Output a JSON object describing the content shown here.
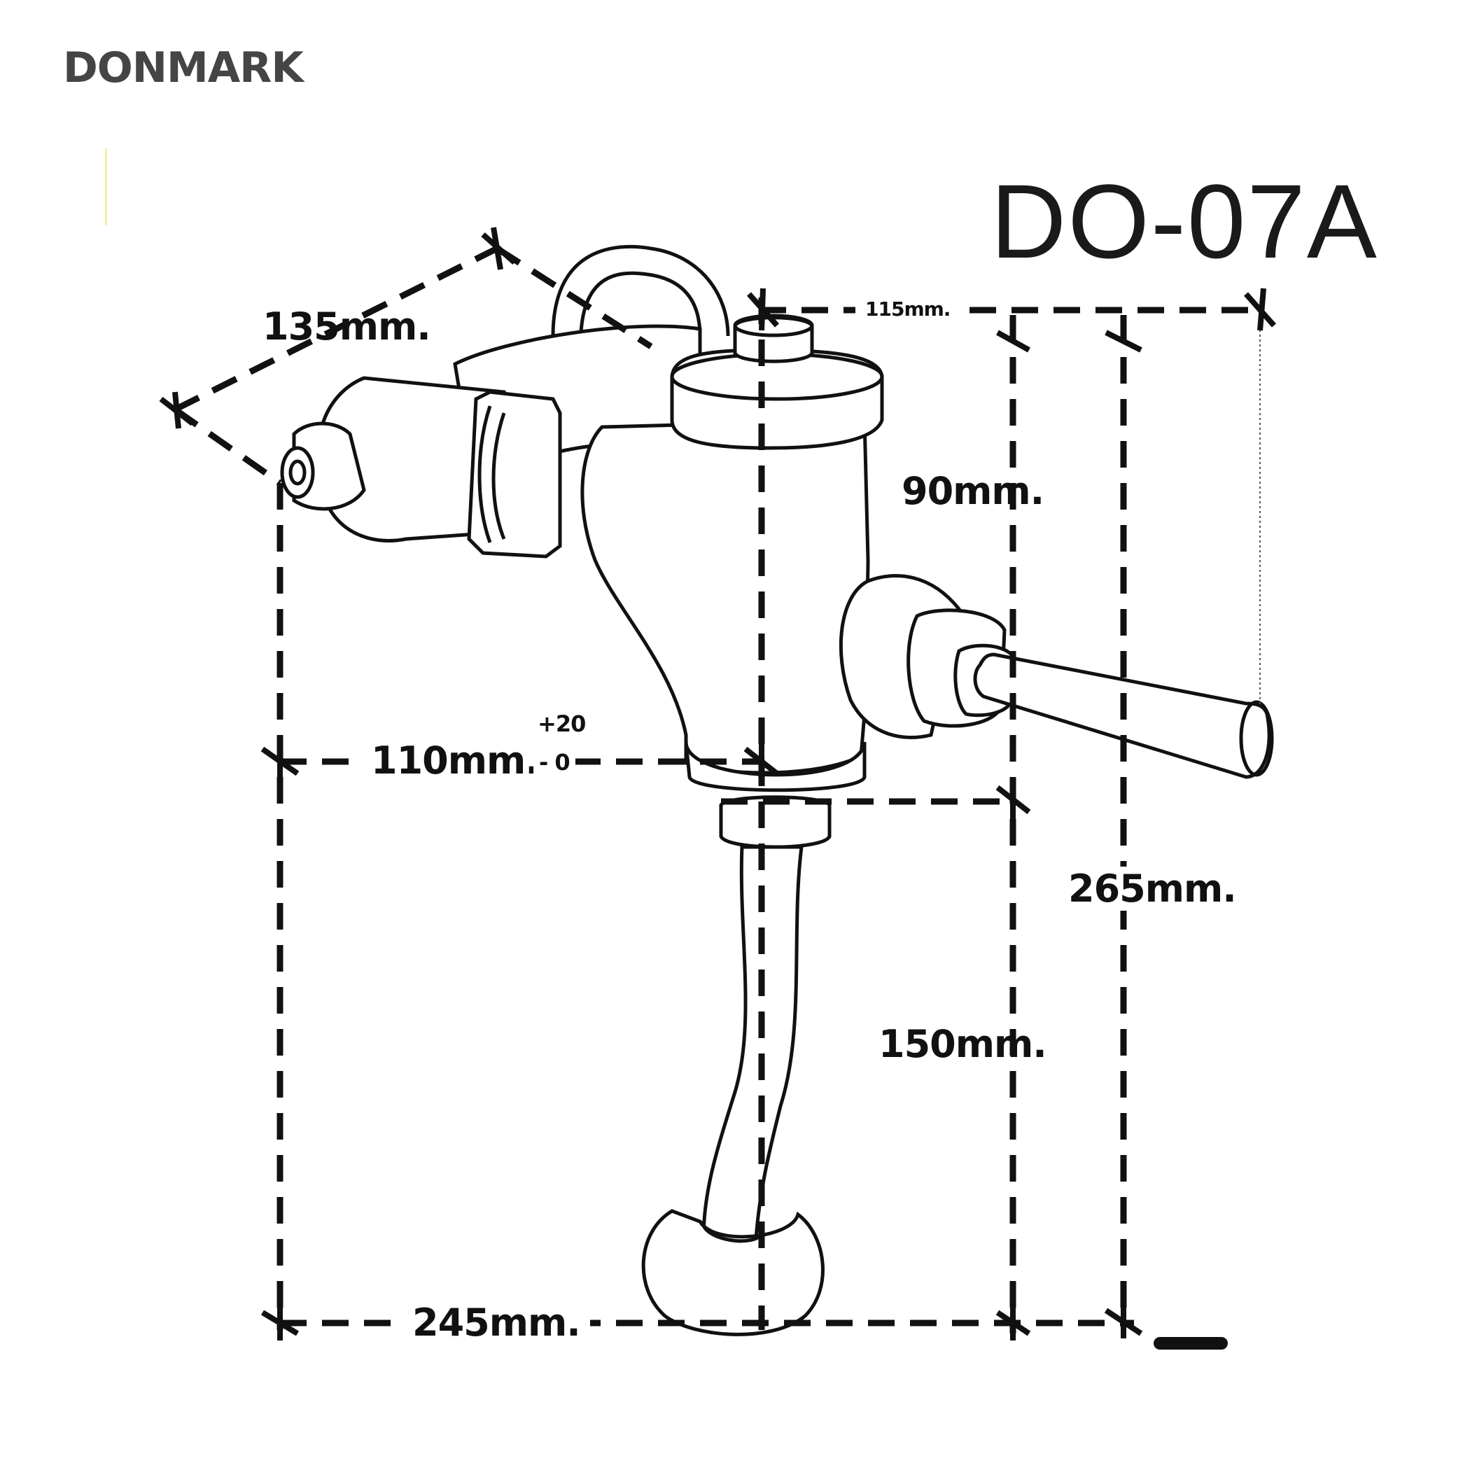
{
  "brand": "DONMARK",
  "model": "DO-07A",
  "dimensions": {
    "d135": "135mm.",
    "d115": "115mm.",
    "d90": "90mm.",
    "d110": "110mm.",
    "tol_plus": "+20",
    "tol_minus": "- 0",
    "d265": "265mm.",
    "d150": "150mm.",
    "d245": "245mm."
  }
}
